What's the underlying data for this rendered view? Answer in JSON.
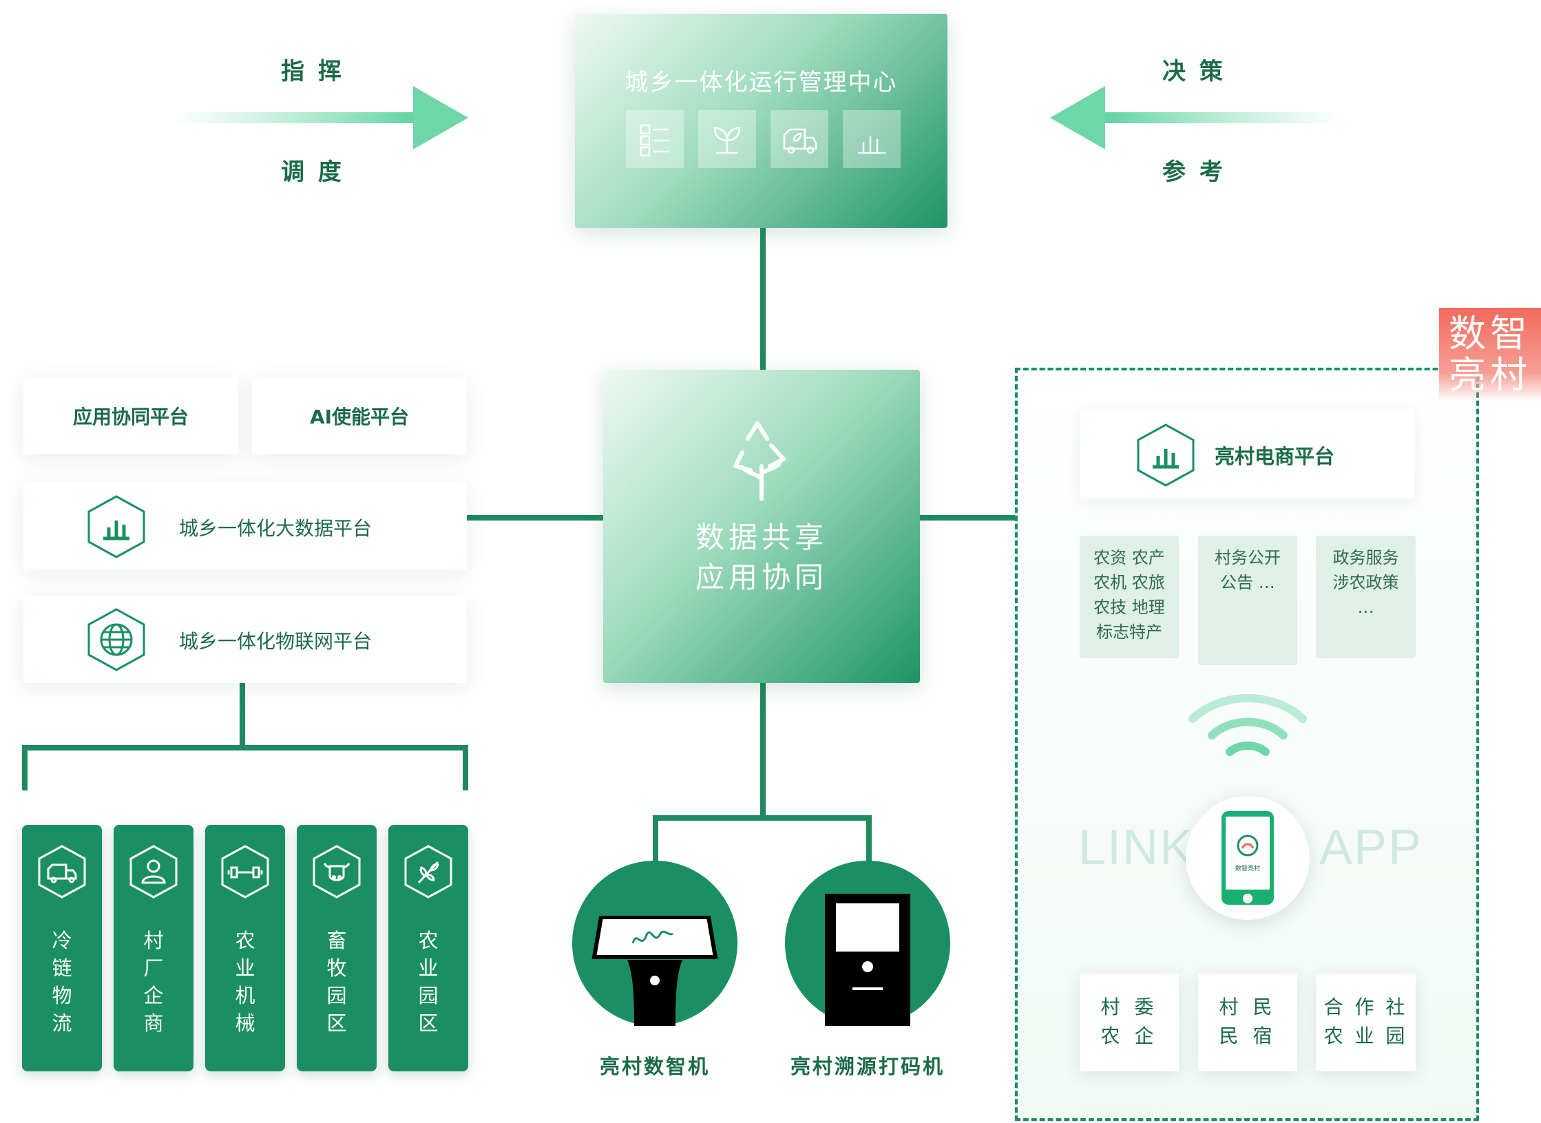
{
  "top": {
    "left_top": "指 挥",
    "left_bottom": "调 度",
    "right_top": "决 策",
    "right_bottom": "参 考",
    "center_title": "城乡一体化运行管理中心",
    "center_icons": [
      "list-icon",
      "sprout-icon",
      "delivery-truck-icon",
      "bar-chart-icon"
    ]
  },
  "left": {
    "tab1": "应用协同平台",
    "tab2": "AI使能平台",
    "platform1": "城乡一体化大数据平台",
    "platform2": "城乡一体化物联网平台"
  },
  "center": {
    "line1": "数据共享",
    "line2": "应用协同"
  },
  "industries": [
    {
      "label": "冷\n链\n物\n流",
      "icon": "truck-icon"
    },
    {
      "label": "村\n厂\n企\n商",
      "icon": "person-icon"
    },
    {
      "label": "农\n业\n机\n械",
      "icon": "machinery-icon"
    },
    {
      "label": "畜\n牧\n园\n区",
      "icon": "cow-icon"
    },
    {
      "label": "农\n业\n园\n区",
      "icon": "leaf-icon"
    }
  ],
  "devices": {
    "device1": "亮村数智机",
    "device2": "亮村溯源打码机"
  },
  "right": {
    "badge": "数智\n亮村",
    "ecommerce": "亮村电商平台",
    "sub1": "农资 农产\n农机 农旅\n农技 地理\n标志特产",
    "sub2": "村务公开\n公告 …",
    "sub3": "政务服务\n涉农政策\n…",
    "link_left": "LINK",
    "link_right": "APP",
    "phone_brand": "数智亮村",
    "bottom1": "村 委\n农 企",
    "bottom2": "村 民\n民 宿",
    "bottom3": "合 作 社\n农 业 园"
  },
  "colors": {
    "primary": "#1a8f63",
    "badge": "#f06a5a",
    "light_panel": "#f4fbf7"
  }
}
